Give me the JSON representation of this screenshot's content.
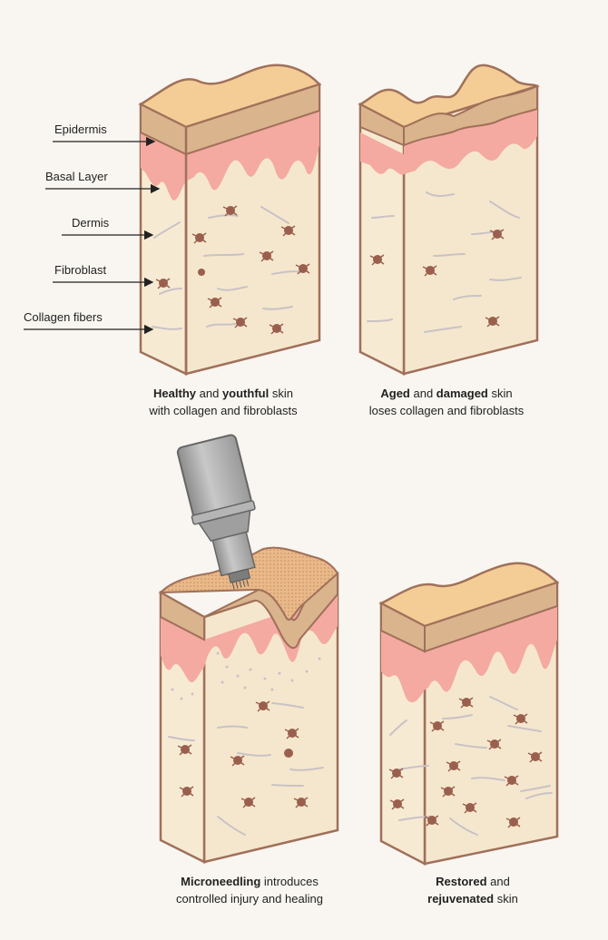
{
  "labels": {
    "epidermis": "Epidermis",
    "basal_layer": "Basal Layer",
    "dermis": "Dermis",
    "fibroblast": "Fibroblast",
    "collagen_fibers": "Collagen fibers"
  },
  "panels": [
    {
      "id": "healthy",
      "caption_line1_bold1": "Healthy",
      "caption_line1_mid": " and ",
      "caption_line1_bold2": "youthful",
      "caption_line1_end": " skin",
      "caption_line2": "with collagen and fibroblasts"
    },
    {
      "id": "aged",
      "caption_line1_bold1": "Aged",
      "caption_line1_mid": " and ",
      "caption_line1_bold2": "damaged",
      "caption_line1_end": " skin",
      "caption_line2": "loses collagen and fibroblasts"
    },
    {
      "id": "micro",
      "caption_line1_bold1": "Microneedling",
      "caption_line1_end": " introduces",
      "caption_line2": "controlled injury and healing"
    },
    {
      "id": "restored",
      "caption_line1_bold1": "Restored",
      "caption_line1_end": " and",
      "caption_line2_bold": "rejuvenated",
      "caption_line2": " skin"
    }
  ],
  "colors": {
    "background": "#f9f6f1",
    "outline": "#a0705a",
    "surface": "#f3cd95",
    "surface_band": "#d9b48d",
    "epidermis": "#f4aaa0",
    "dermis": "#f7ead3",
    "dermis_side": "#efe0c5",
    "fibroblast": "#9a5f4d",
    "collagen": "#c9c2c6",
    "device": "#a9a9a9"
  }
}
